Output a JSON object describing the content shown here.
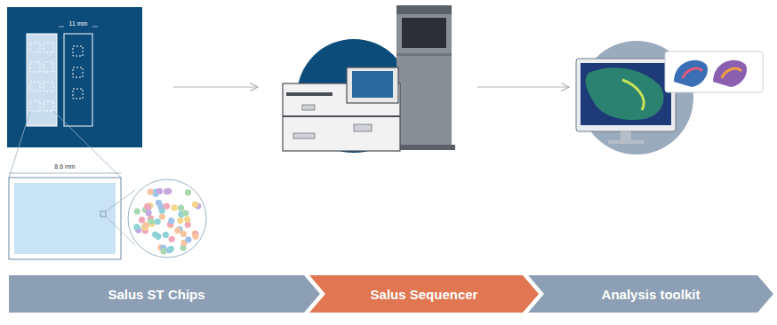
{
  "diagram": {
    "nodes": [
      {
        "text": [
          "Salus ST Chips"
        ]
      },
      {
        "text": [
          "Salus Sequencer"
        ]
      },
      {
        "text": [
          "Analysis toolkit"
        ]
      }
    ],
    "labels": [
      "11 mm",
      "8.6 mm"
    ]
  }
}
